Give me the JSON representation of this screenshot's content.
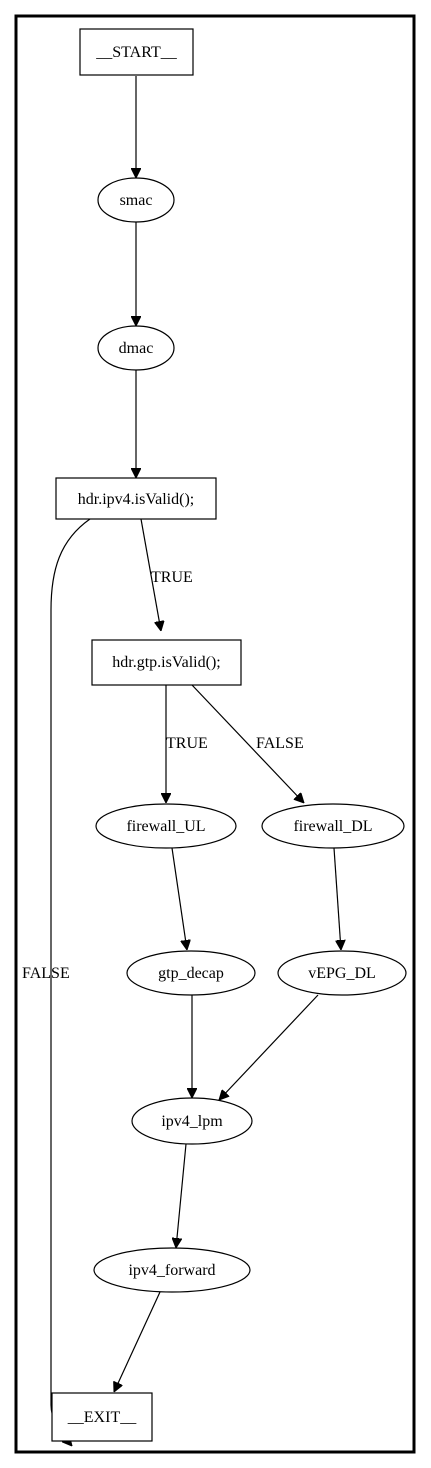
{
  "nodes": {
    "start": "__START__",
    "smac": "smac",
    "dmac": "dmac",
    "ipv4_valid": "hdr.ipv4.isValid();",
    "gtp_valid": "hdr.gtp.isValid();",
    "firewall_ul": "firewall_UL",
    "firewall_dl": "firewall_DL",
    "gtp_decap": "gtp_decap",
    "vepg_dl": "vEPG_DL",
    "ipv4_lpm": "ipv4_lpm",
    "ipv4_forward": "ipv4_forward",
    "exit": "__EXIT__"
  },
  "edge_labels": {
    "ipv4_true": "TRUE",
    "ipv4_false": "FALSE",
    "gtp_true": "TRUE",
    "gtp_false": "FALSE"
  }
}
